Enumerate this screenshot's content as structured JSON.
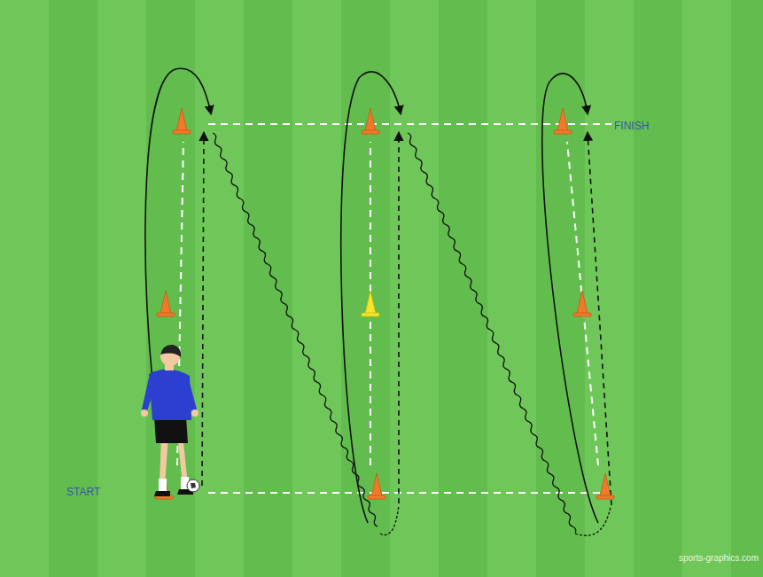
{
  "diagram": {
    "labels": [
      "START",
      "FINISH",
      "sports-graphics.com"
    ]
  }
}
